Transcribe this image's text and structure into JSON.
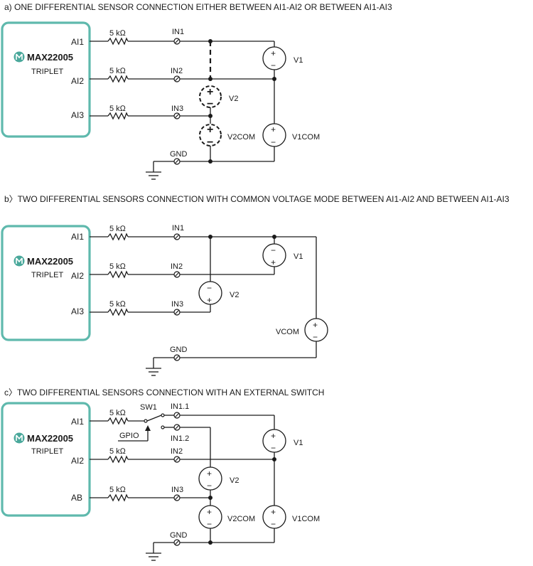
{
  "titles": {
    "a": "a) ONE DIFFERENTIAL SENSOR CONNECTION EITHER BETWEEN AI1-AI2 OR BETWEEN AI1-AI3",
    "b": "b〉TWO DIFFERENTIAL SENSORS CONNECTION WITH COMMON VOLTAGE MODE BETWEEN AI1-AI2 AND BETWEEN AI1-AI3",
    "c": "c〉TWO DIFFERENTIAL SENSORS CONNECTION WITH AN EXTERNAL SWITCH"
  },
  "chip": {
    "name": "MAX22005",
    "sub": "TRIPLET"
  },
  "resistor": "5 kΩ",
  "a": {
    "pins": [
      "AI1",
      "AI2",
      "AI3"
    ],
    "terminals": [
      "IN1",
      "IN2",
      "IN3",
      "GND"
    ],
    "sources": [
      "V1",
      "V2",
      "V2COM",
      "V1COM"
    ]
  },
  "b": {
    "pins": [
      "AI1",
      "AI2",
      "AI3"
    ],
    "terminals": [
      "IN1",
      "IN2",
      "IN3",
      "GND"
    ],
    "sources": [
      "V1",
      "V2",
      "VCOM"
    ]
  },
  "c": {
    "pins": [
      "AI1",
      "AI2",
      "AB"
    ],
    "terminals": [
      "IN1.1",
      "IN1.2",
      "IN2",
      "IN3",
      "GND"
    ],
    "switch": "SW1",
    "gpio": "GPIO",
    "sources": [
      "V1",
      "V2",
      "V2COM",
      "V1COM"
    ]
  },
  "signs": {
    "plus": "+",
    "minus": "−"
  },
  "logo": {
    "glyph": "◉"
  },
  "colors": {
    "chip_border": "#5fb9ad",
    "logo": "#4aa89b",
    "ink": "#1a1a1a"
  }
}
